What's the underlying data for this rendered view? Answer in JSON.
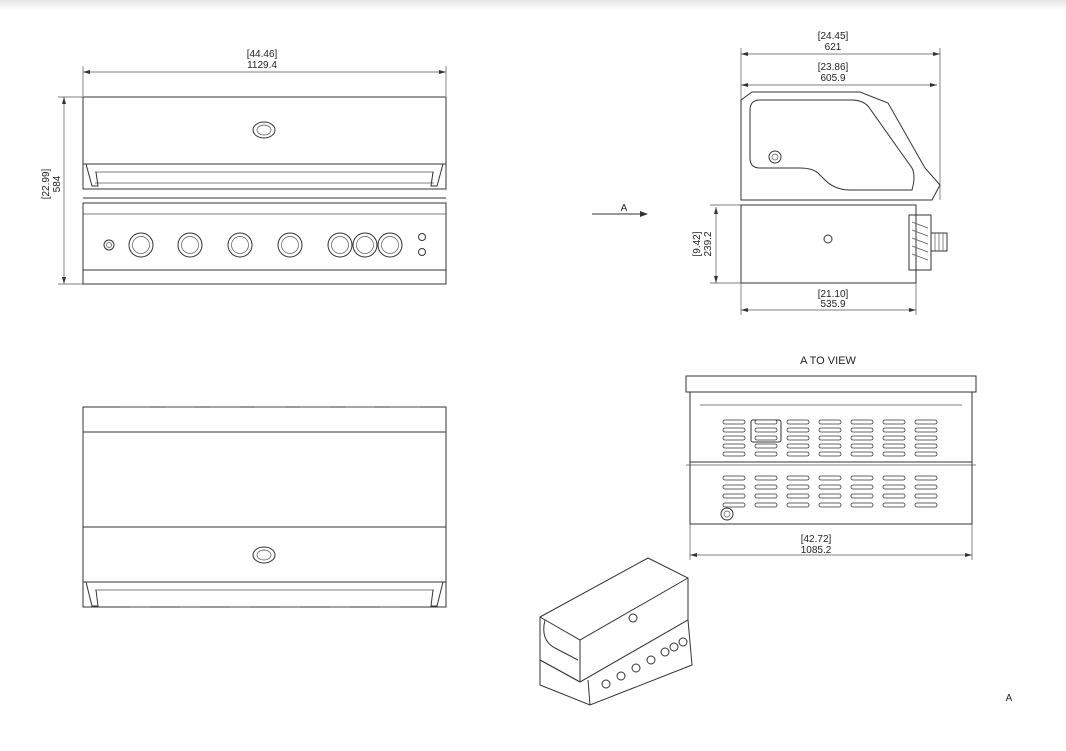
{
  "views": {
    "front": {
      "width_in": "[44.46]",
      "width_mm": "1129.4",
      "height_in": "[22.99]",
      "height_mm": "584"
    },
    "side": {
      "overall_depth_in": "[24.45]",
      "overall_depth_mm": "621",
      "hood_depth_in": "[23.86]",
      "hood_depth_mm": "605.9",
      "base_height_in": "[9.42]",
      "base_height_mm": "239.2",
      "base_depth_in": "[21.10]",
      "base_depth_mm": "535.9",
      "view_arrow_label": "A"
    },
    "rear": {
      "title": "A TO VIEW",
      "width_in": "[42.72]",
      "width_mm": "1085.2"
    },
    "iso": {
      "corner_label": "A"
    }
  }
}
